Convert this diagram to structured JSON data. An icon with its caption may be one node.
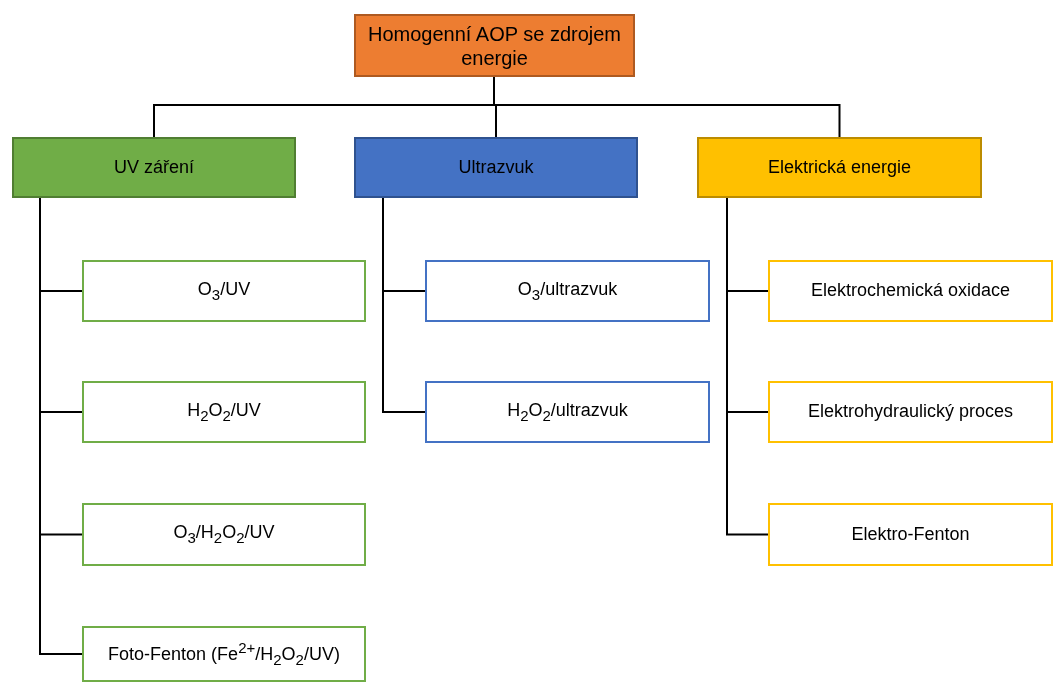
{
  "diagram": {
    "nodes": [
      {
        "text": [
          "Homogenní AOP se zdrojem energie"
        ]
      },
      {
        "text": [
          "UV záření"
        ]
      },
      {
        "text": [
          "O$_{3}$/UV"
        ]
      },
      {
        "text": [
          "H$_{2}$O$_{2}$/UV"
        ]
      },
      {
        "text": [
          "O$_{3}$/H$_{2}$O$_{2}$/UV"
        ]
      },
      {
        "text": [
          "Foto-Fenton (Fe$^{2+}$/H$_{2}$O$_{2}$/UV)"
        ]
      },
      {
        "text": [
          "Ultrazvuk"
        ]
      },
      {
        "text": [
          "O$_{3}$/ultrazvuk"
        ]
      },
      {
        "text": [
          "H$_{2}$O$_{2}$/ultrazvuk"
        ]
      },
      {
        "text": [
          "Elektrická energie"
        ]
      },
      {
        "text": [
          "Elektrochemická oxidace"
        ]
      },
      {
        "text": [
          "Elektrohydraulický proces"
        ]
      },
      {
        "text": [
          "Elektro-Fenton"
        ]
      }
    ],
    "edges": [
      {
        "from": 0,
        "to": 1,
        "arrow": "none"
      },
      {
        "from": 0,
        "to": 6,
        "arrow": "none"
      },
      {
        "from": 0,
        "to": 9,
        "arrow": "none"
      },
      {
        "from": 1,
        "to": 2,
        "arrow": "none"
      },
      {
        "from": 1,
        "to": 3,
        "arrow": "none"
      },
      {
        "from": 1,
        "to": 4,
        "arrow": "none"
      },
      {
        "from": 1,
        "to": 5,
        "arrow": "none"
      },
      {
        "from": 6,
        "to": 7,
        "arrow": "none"
      },
      {
        "from": 6,
        "to": 8,
        "arrow": "none"
      },
      {
        "from": 9,
        "to": 10,
        "arrow": "none"
      },
      {
        "from": 9,
        "to": 11,
        "arrow": "none"
      },
      {
        "from": 9,
        "to": 12,
        "arrow": "none"
      }
    ]
  }
}
